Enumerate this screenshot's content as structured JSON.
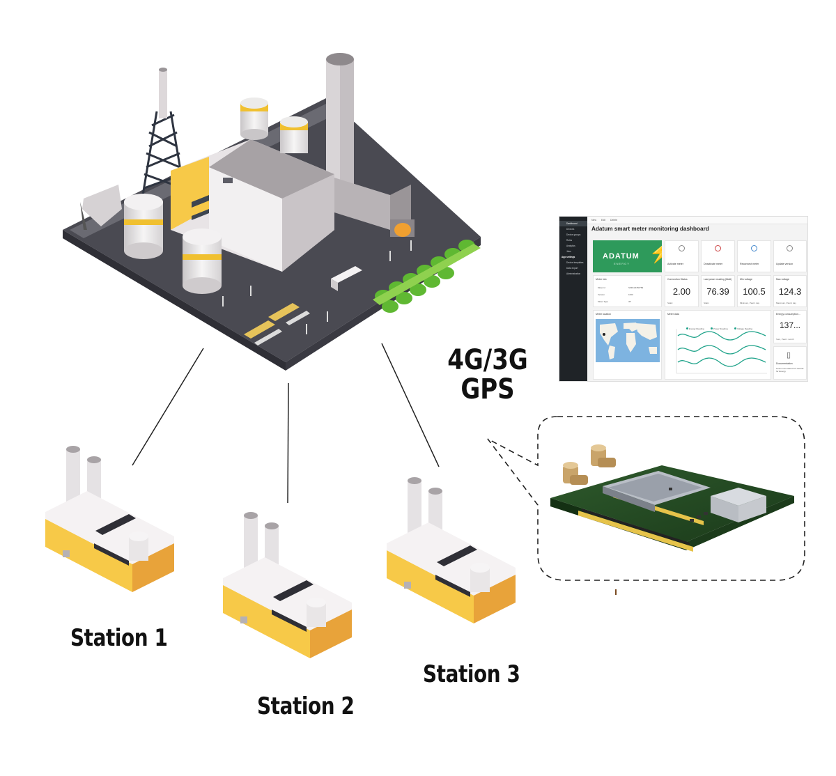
{
  "stations": [
    {
      "label": "Station 1"
    },
    {
      "label": "Station 2"
    },
    {
      "label": "Station 3"
    }
  ],
  "network": {
    "line1": "4G/3G",
    "line2": "GPS"
  },
  "dashboard": {
    "title": "Adatum smart meter monitoring dashboard",
    "toolbar": [
      "New",
      "Edit",
      "Delete"
    ],
    "sidebar": {
      "items": [
        "Dashboard",
        "Devices",
        "Device groups",
        "Rules",
        "Analytics",
        "Jobs"
      ],
      "group": "App settings",
      "items2": [
        "Device templates",
        "Data export",
        "Administration"
      ]
    },
    "logo": {
      "text": "ADATUM",
      "sub": "ENERGY"
    },
    "actions": [
      "Activate meter",
      "Deactivate meter",
      "Reconnect meter",
      "Update version"
    ],
    "meter_info": {
      "title": "Meter info",
      "rows": [
        {
          "k": "Meter id",
          "v": "SM0123456789"
        },
        {
          "k": "Version",
          "v": "1000"
        },
        {
          "k": "Meter Type",
          "v": "3P"
        }
      ]
    },
    "stats": [
      {
        "title": "Connection Status",
        "value": "2.00",
        "sub": "Static"
      },
      {
        "title": "Last power reading (Watt)",
        "value": "76.39",
        "sub": "Static"
      },
      {
        "title": "Min voltage",
        "value": "100.5",
        "sub": "Minimum, Past 1 day"
      },
      {
        "title": "Max voltage",
        "value": "124.3",
        "sub": "Maximum, Past 1 day"
      }
    ],
    "location_title": "Meter location",
    "chart_title": "Meter data",
    "legend": [
      "Energy Reading",
      "Power Reading",
      "Voltage Reading"
    ],
    "energy": {
      "title": "Energy consumption...",
      "value": "137...",
      "sub": "Sum, Past 1 month"
    },
    "docs": {
      "title": "Documentation",
      "text": "Learn more about IoT Central for Energy"
    },
    "colors": {
      "sidebar": "#1f2327",
      "brand": "#2e9a5b",
      "series": "#1fa38a"
    }
  }
}
